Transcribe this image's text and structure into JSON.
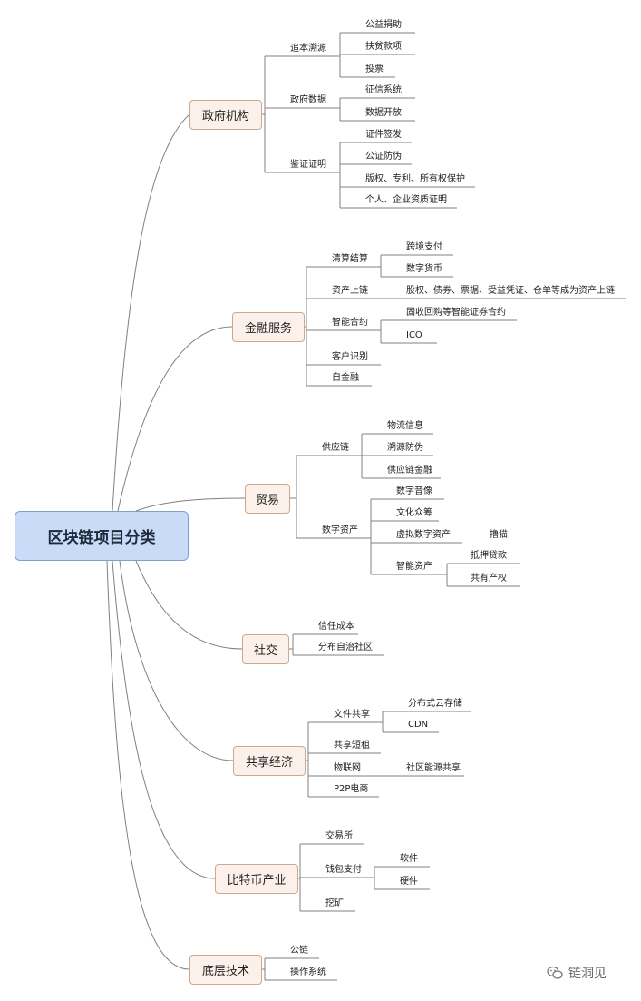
{
  "root": {
    "label": "区块链项目分类"
  },
  "branches": [
    {
      "label": "政府机构",
      "children": [
        {
          "label": "追本溯源",
          "children": [
            {
              "label": "公益捐助"
            },
            {
              "label": "扶贫款项"
            },
            {
              "label": "投票"
            }
          ]
        },
        {
          "label": "政府数据",
          "children": [
            {
              "label": "征信系统"
            },
            {
              "label": "数据开放"
            }
          ]
        },
        {
          "label": "鉴证证明",
          "children": [
            {
              "label": "证件签发"
            },
            {
              "label": "公证防伪"
            },
            {
              "label": "版权、专利、所有权保护"
            },
            {
              "label": "个人、企业资质证明"
            }
          ]
        }
      ]
    },
    {
      "label": "金融服务",
      "children": [
        {
          "label": "清算结算",
          "children": [
            {
              "label": "跨境支付"
            },
            {
              "label": "数字货币"
            }
          ]
        },
        {
          "label": "资产上链",
          "children": [
            {
              "label": "股权、债券、票据、受益凭证、仓单等成为资产上链"
            }
          ]
        },
        {
          "label": "智能合约",
          "children": [
            {
              "label": "固收回购等智能证券合约"
            },
            {
              "label": "ICO"
            }
          ]
        },
        {
          "label": "客户识别"
        },
        {
          "label": "自金融"
        }
      ]
    },
    {
      "label": "贸易",
      "children": [
        {
          "label": "供应链",
          "children": [
            {
              "label": "物流信息"
            },
            {
              "label": "溯源防伪"
            },
            {
              "label": "供应链金融"
            }
          ]
        },
        {
          "label": "数字资产",
          "children": [
            {
              "label": "数字音像"
            },
            {
              "label": "文化众筹"
            },
            {
              "label": "虚拟数字资产",
              "children": [
                {
                  "label": "撸猫"
                }
              ]
            },
            {
              "label": "智能资产",
              "children": [
                {
                  "label": "抵押贷款"
                },
                {
                  "label": "共有产权"
                }
              ]
            }
          ]
        }
      ]
    },
    {
      "label": "社交",
      "children": [
        {
          "label": "信任成本"
        },
        {
          "label": "分布自治社区"
        }
      ]
    },
    {
      "label": "共享经济",
      "children": [
        {
          "label": "文件共享",
          "children": [
            {
              "label": "分布式云存储"
            },
            {
              "label": "CDN"
            }
          ]
        },
        {
          "label": "共享短租"
        },
        {
          "label": "物联网",
          "children": [
            {
              "label": "社区能源共享"
            }
          ]
        },
        {
          "label": "P2P电商"
        }
      ]
    },
    {
      "label": "比特币产业",
      "children": [
        {
          "label": "交易所"
        },
        {
          "label": "钱包支付",
          "children": [
            {
              "label": "软件"
            },
            {
              "label": "硬件"
            }
          ]
        },
        {
          "label": "挖矿"
        }
      ]
    },
    {
      "label": "底层技术",
      "children": [
        {
          "label": "公链"
        },
        {
          "label": "操作系统"
        }
      ]
    }
  ],
  "watermark": {
    "text": "链洞见",
    "icon": "wechat-icon"
  },
  "colors": {
    "root_fill": "#c9dcf7",
    "root_border": "#7d9fcf",
    "branch_fill": "#fbf1ea",
    "branch_border": "#cda88e",
    "line": "#808080"
  }
}
